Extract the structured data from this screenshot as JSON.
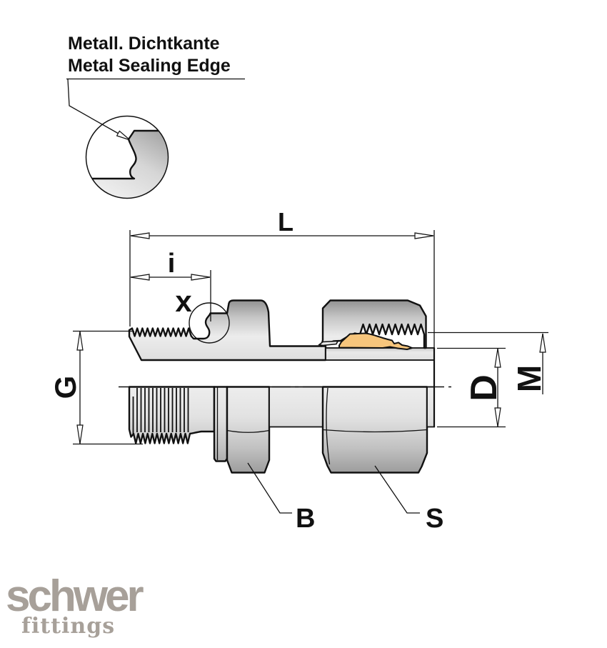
{
  "callout": {
    "line1": "Metall. Dichtkante",
    "line2": "Metal Sealing Edge"
  },
  "labels": {
    "overall_length": "L",
    "stud_length": "i",
    "sealing_edge": "x",
    "stud_thread": "G",
    "tube_od": "D",
    "nut_thread": "M",
    "body_hex": "B",
    "nut_hex": "S"
  },
  "logo": {
    "name": "schwer",
    "sub": "fittings"
  },
  "colors": {
    "cutting_ring": "#f6c57c",
    "logo_gray": "#a7a099",
    "line": "#111111"
  }
}
